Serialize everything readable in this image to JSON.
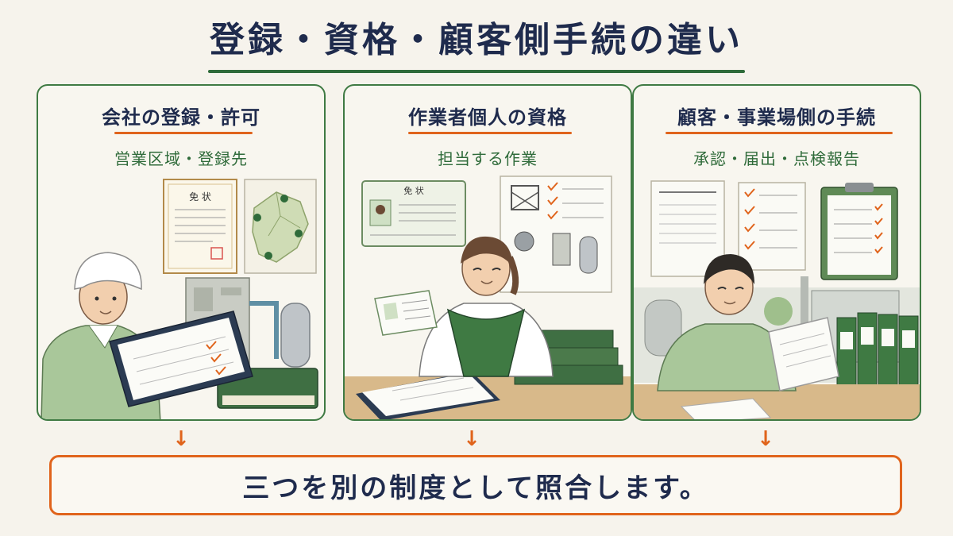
{
  "title": "登録・資格・顧客側手続の違い",
  "panels": [
    {
      "heading": "会社の登録・許可",
      "subheading": "営業区域・登録先",
      "certificate_text": "免 状"
    },
    {
      "heading": "作業者個人の資格",
      "subheading": "担当する作業",
      "certificate_text": "免 状"
    },
    {
      "heading": "顧客・事業場側の手続",
      "subheading": "承認・届出・点検報告"
    }
  ],
  "arrow_glyph": "↓",
  "summary": "三つを別の制度として照合します。",
  "colors": {
    "navy": "#1f2b4d",
    "green": "#3f7a43",
    "orange": "#e0641c",
    "background": "#f6f3ec"
  }
}
